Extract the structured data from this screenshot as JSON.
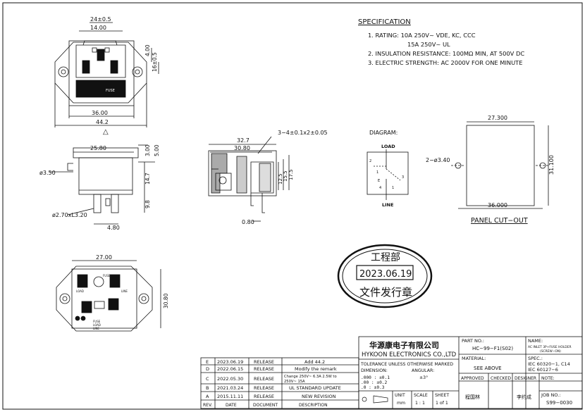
{
  "spec": {
    "title": "SPECIFICATION",
    "lines": [
      "1.  RATING:  10A  250V~  VDE,  KC,  CCC",
      "15A  250V~  UL",
      "2.  INSULATION  RESISTANCE:  100MΩ  MIN,  AT  500V  DC",
      "3.  ELECTRIC  STRENGTH:  AC  2000V  FOR  ONE  MINUTE"
    ]
  },
  "front_view": {
    "dims": [
      "24±0.5",
      "14.00",
      "4.00",
      "16±0.5",
      "36.00",
      "44.2"
    ],
    "fuse_text": "FUSE",
    "mark": "△"
  },
  "side_view": {
    "dims": [
      "25.80",
      "3.00",
      "5.00",
      "ø3.50",
      "14.7",
      "9.8",
      "ø2.70xL3.20",
      "4.80"
    ]
  },
  "section_view": {
    "dims": [
      "32.7",
      "30.80",
      "3−4±0.1x2±0.05",
      "12.5",
      "15.5",
      "17.5",
      "0.80"
    ]
  },
  "bottom_view": {
    "dims": [
      "27.00",
      "30.80"
    ],
    "pin_labels": [
      "FUSE",
      "LOAD",
      "LINE",
      "FUSE",
      "LOAD",
      "LINE"
    ]
  },
  "diagram": {
    "title": "DIAGRAM:",
    "load": "LOAD",
    "line": "LINE",
    "pins": [
      "2",
      "1",
      "E",
      "3",
      "4",
      "1"
    ]
  },
  "panel": {
    "dims": [
      "27.300",
      "2−ø3.40",
      "31.100",
      "36.000"
    ],
    "label": "PANEL  CUT−OUT"
  },
  "stamp": {
    "dept": "工程部",
    "date": "2023.06.19",
    "text": "文件发行章"
  },
  "revisions": {
    "headers": [
      "REV.",
      "DATE",
      "DOCUMENT",
      "DESCRIPTION"
    ],
    "rows": [
      {
        "rev": "E",
        "date": "2023.06.19",
        "doc": "RELEASE",
        "desc": "Add  44.2"
      },
      {
        "rev": "D",
        "date": "2022.06.15",
        "doc": "RELEASE",
        "desc": "Modify  the  remark"
      },
      {
        "rev": "C",
        "date": "2022.05.30",
        "doc": "RELEASE",
        "desc": "Change 250V~ 6.3A 2.5W to",
        "desc2": "250V~ 15A"
      },
      {
        "rev": "B",
        "date": "2021.03.24",
        "doc": "RELEASE",
        "desc": "UL  STANDARD  UPDATE"
      },
      {
        "rev": "A",
        "date": "2015.11.11",
        "doc": "RELEASE",
        "desc": "NEW  REVISION"
      }
    ]
  },
  "title_block": {
    "company_cn": "华源康电子有限公司",
    "company_en": "HYKOON  ELECTRONICS  CO.,LTD",
    "tolerance_title": "TOLERANCE  UNLESS  OTHERWISE  MARKED",
    "dimension_label": "DIMENSION:",
    "angular_label": "ANGULAR:",
    "angular_value": "±3°",
    "tolerances": [
      ".000  :  ±0.1",
      ".00   :  ±0.2",
      ".0    :  ±0.3"
    ],
    "unit_label": "UNIT",
    "unit_value": "mm",
    "scale_label": "SCALE",
    "scale_value": "1 : 1",
    "sheet_label": "SHEET",
    "sheet_value": "1 of 1",
    "part_no_label": "PART NO.:",
    "part_no": "HC−99−F1(S02)",
    "name_label": "NAME:",
    "name_value": "AC INLET 3P+FUSE HOLDER",
    "name_value2": "(SCREW−ON)",
    "material_label": "MATERIAL:",
    "material_value": "SEE  ABOVE",
    "spec_label": "SPEC.:",
    "spec_lines": [
      "IEC  60320−1,  C14",
      "IEC  60127−6"
    ],
    "approved_label": "APPROVED",
    "checked_label": "CHECKED",
    "designer_label": "DESIGNER",
    "note_label": "NOTE:",
    "approved_sig": "程国林",
    "designer_sig": "李约成",
    "job_no_label": "JOB NO.:",
    "job_no": "S99−0030"
  }
}
